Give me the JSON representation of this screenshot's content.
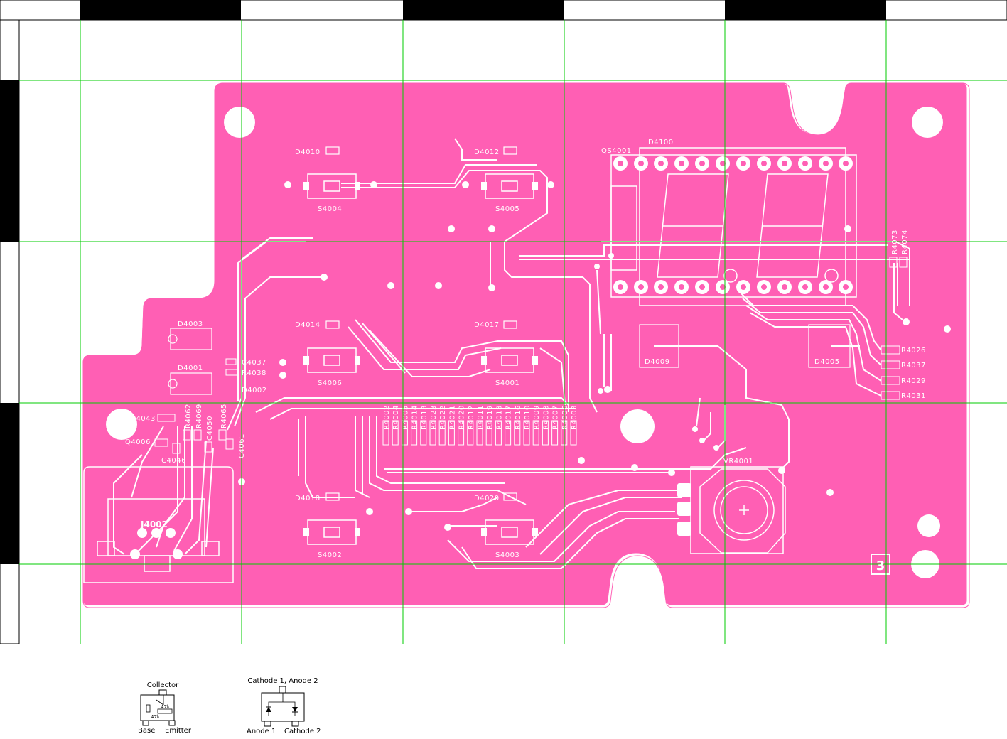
{
  "board": {
    "colors": {
      "copper": "#FF5FB4",
      "trace": "#FFFFFF",
      "grid": "#00CC00",
      "frame": "#000000"
    },
    "board_number": "3",
    "labels": {
      "d4010": "D4010",
      "d4012": "D4012",
      "qs4001": "QS4001",
      "d4100": "D4100",
      "s4004": "S4004",
      "s4005": "S4005",
      "r4073": "R4073",
      "r4074": "R4074",
      "d4003": "D4003",
      "d4001": "D4001",
      "c4037": "C4037",
      "r4038": "R4038",
      "d4002": "D4002",
      "d4014": "D4014",
      "d4017": "D4017",
      "s4006": "S4006",
      "s4001": "S4001",
      "d4009": "D4009",
      "d4005": "D4005",
      "r4026": "R4026",
      "r4037b": "R4037",
      "r4029": "R4029",
      "r4031": "R4031",
      "r4043": "R4043",
      "q4006": "Q4006",
      "c4046": "C4046",
      "r4062": "R4062",
      "r4069": "R4069",
      "c4050": "C4050",
      "r4065": "R4065",
      "c4061": "C4061",
      "vr4001": "VR4001",
      "j4002": "J4002",
      "d4018": "D4018",
      "d4020": "D4020",
      "s4002": "S4002",
      "s4003": "S4003"
    },
    "vertical_res": [
      "R4002",
      "R4004",
      "R4005",
      "R4014",
      "R4013",
      "R4023",
      "R4022",
      "R4021",
      "R4020",
      "R4012",
      "R4011",
      "R4019",
      "R4018",
      "R4017",
      "R4016",
      "R4010",
      "R4009",
      "R4008",
      "R4007",
      "R4006",
      "R4003"
    ]
  },
  "legend": {
    "transistor": {
      "collector": "Collector",
      "base": "Base",
      "emitter": "Emitter",
      "r1": "47k",
      "r2": "47k"
    },
    "diode": {
      "top": "Cathode 1, Anode 2",
      "left": "Anode 1",
      "right": "Cathode 2"
    }
  }
}
